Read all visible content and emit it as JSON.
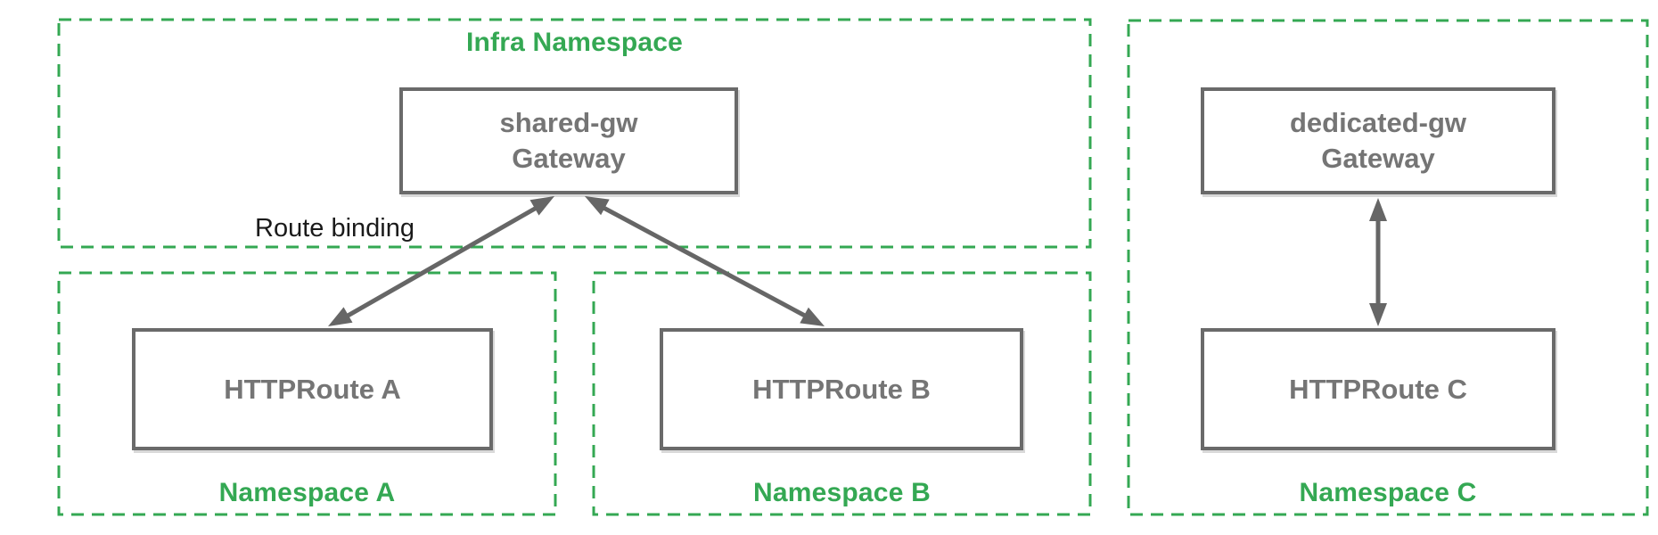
{
  "colors": {
    "namespace_green": "#34A853",
    "box_border_gray": "#6A6A6A",
    "box_text_gray": "#757575",
    "arrow_gray": "#666666",
    "annotation_black": "#1A1A1A"
  },
  "namespaces": {
    "infra": {
      "label": "Infra Namespace"
    },
    "a": {
      "label": "Namespace A"
    },
    "b": {
      "label": "Namespace B"
    },
    "c": {
      "label": "Namespace C"
    }
  },
  "nodes": {
    "shared_gw": {
      "name": "shared-gw",
      "type": "Gateway"
    },
    "dedicated_gw": {
      "name": "dedicated-gw",
      "type": "Gateway"
    },
    "route_a": {
      "label": "HTTPRoute A"
    },
    "route_b": {
      "label": "HTTPRoute B"
    },
    "route_c": {
      "label": "HTTPRoute C"
    }
  },
  "annotations": {
    "route_binding": "Route binding"
  }
}
